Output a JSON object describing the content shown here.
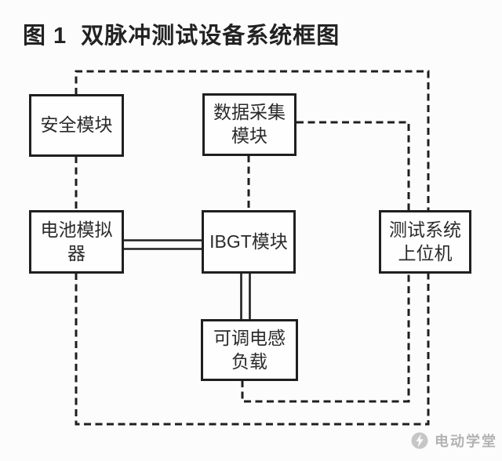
{
  "title": "图 1  双脉冲测试设备系统框图",
  "diagram": {
    "nodes": [
      {
        "id": "safety",
        "label": "安全模块"
      },
      {
        "id": "daq",
        "label": "数据采集\n模块"
      },
      {
        "id": "battery",
        "label": "电池模拟\n器"
      },
      {
        "id": "igbt",
        "label": "IBGT模块"
      },
      {
        "id": "host",
        "label": "测试系统\n上位机"
      },
      {
        "id": "load",
        "label": "可调电感\n负载"
      }
    ],
    "connections": [
      {
        "from": "safety",
        "to": "host",
        "style": "dashed",
        "route": "outer-top"
      },
      {
        "from": "safety",
        "to": "battery",
        "style": "dashed",
        "route": "vertical"
      },
      {
        "from": "daq",
        "to": "igbt",
        "style": "dashed",
        "route": "vertical"
      },
      {
        "from": "daq",
        "to": "host",
        "style": "dashed",
        "route": "right-elbow"
      },
      {
        "from": "battery",
        "to": "host",
        "style": "dashed",
        "route": "outer-bottom"
      },
      {
        "from": "load",
        "to": "host",
        "style": "dashed",
        "route": "inner-bottom"
      },
      {
        "from": "battery",
        "to": "igbt",
        "style": "double-solid",
        "route": "horizontal-bus"
      },
      {
        "from": "igbt",
        "to": "load",
        "style": "double-solid",
        "route": "vertical-bus"
      }
    ]
  },
  "watermark": {
    "text": "电动学堂"
  },
  "colors": {
    "line": "#1f1f1f",
    "background": "#fcfcfc",
    "node_fill": "#fefefe",
    "watermark": "#b3b3b3"
  }
}
